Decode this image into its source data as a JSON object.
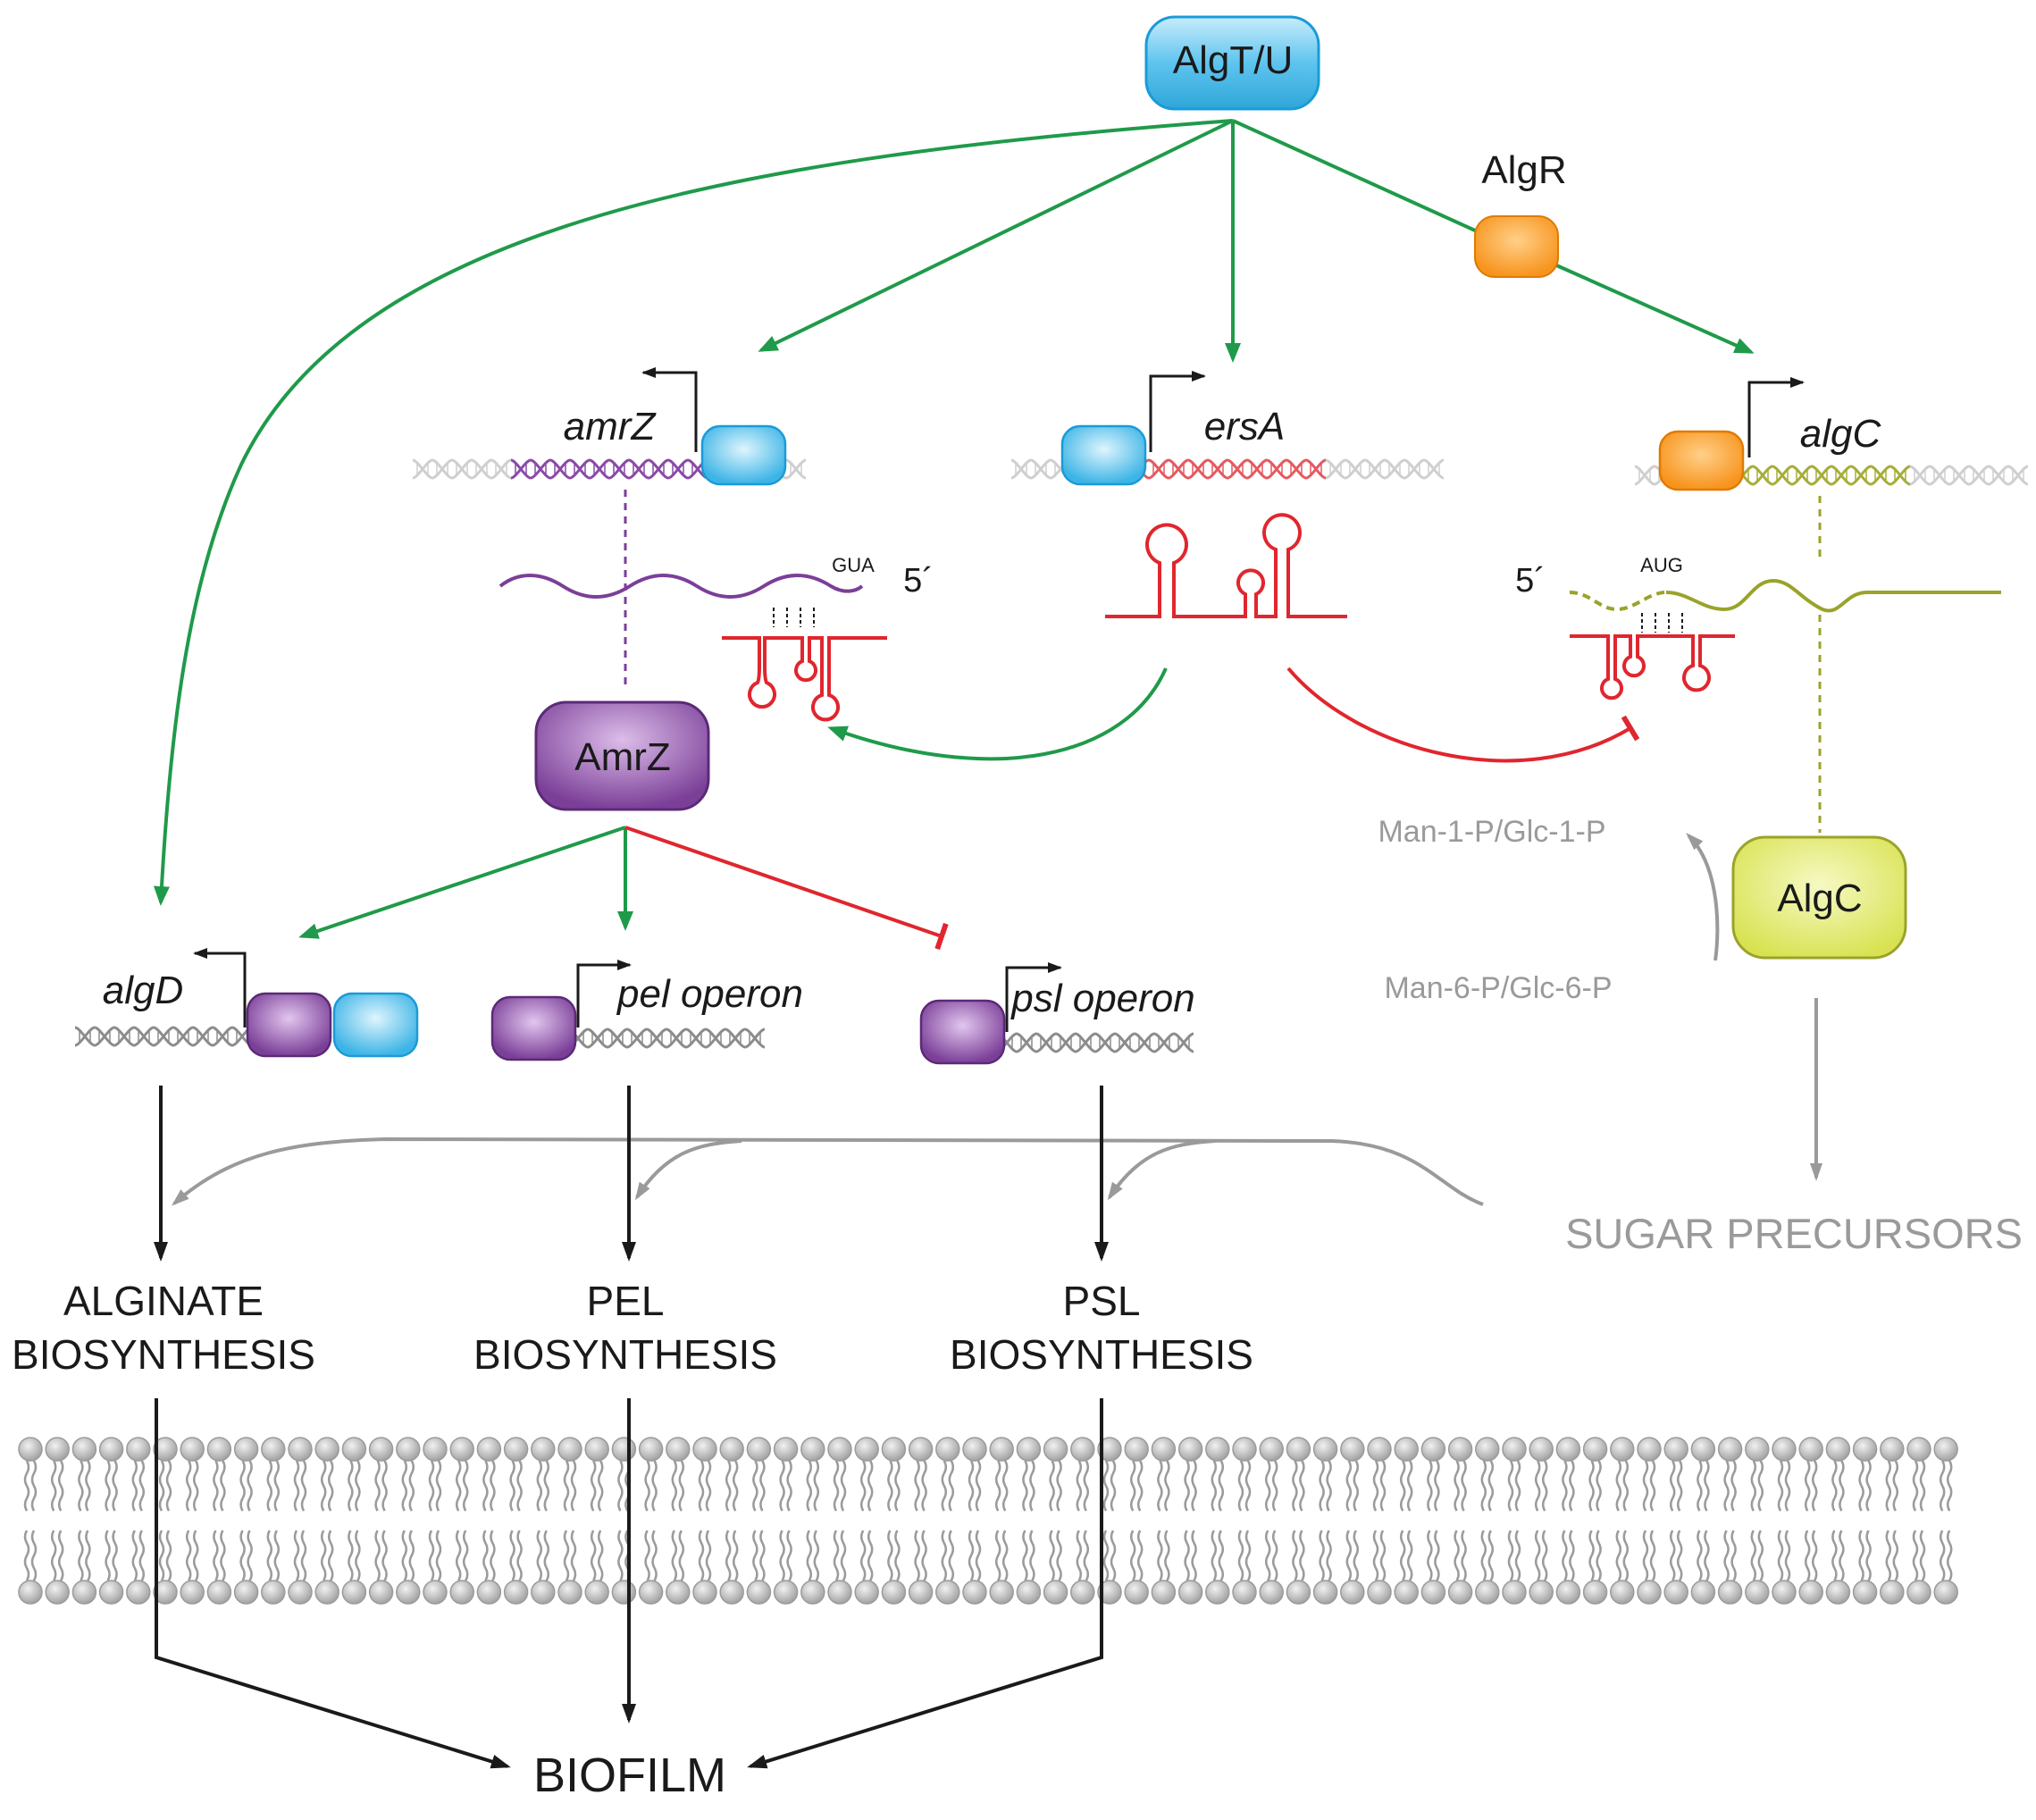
{
  "proteins": {
    "algtu": "AlgT/U",
    "algr": "AlgR",
    "amrz": "AmrZ",
    "algc": "AlgC"
  },
  "genes": {
    "amrz": "amrZ",
    "ersa": "ersA",
    "algc": "algC",
    "algd": "algD",
    "pel": "pel operon",
    "psl": "psl operon"
  },
  "rna": {
    "five_prime_left": "5´",
    "five_prime_right": "5´",
    "codon_gua": "GUA",
    "codon_aug": "AUG"
  },
  "metabolites": {
    "man1p": "Man-1-P/Glc-1-P",
    "man6p": "Man-6-P/Glc-6-P",
    "sugar": "SUGAR PRECURSORS"
  },
  "outputs": {
    "alginate_1": "ALGINATE",
    "alginate_2": "BIOSYNTHESIS",
    "pel_1": "PEL",
    "pel_2": "BIOSYNTHESIS",
    "psl_1": "PSL",
    "psl_2": "BIOSYNTHESIS",
    "biofilm": "BIOFILM"
  },
  "colors": {
    "activation": "#1f9a4a",
    "repression": "#e0262e",
    "algtu": "#5ec4ee",
    "algr": "#f7941d",
    "amrz": "#7b3f98",
    "algc": "#dde75a",
    "algc_gene": "#9aa32a",
    "grey": "#9a9a9a"
  }
}
